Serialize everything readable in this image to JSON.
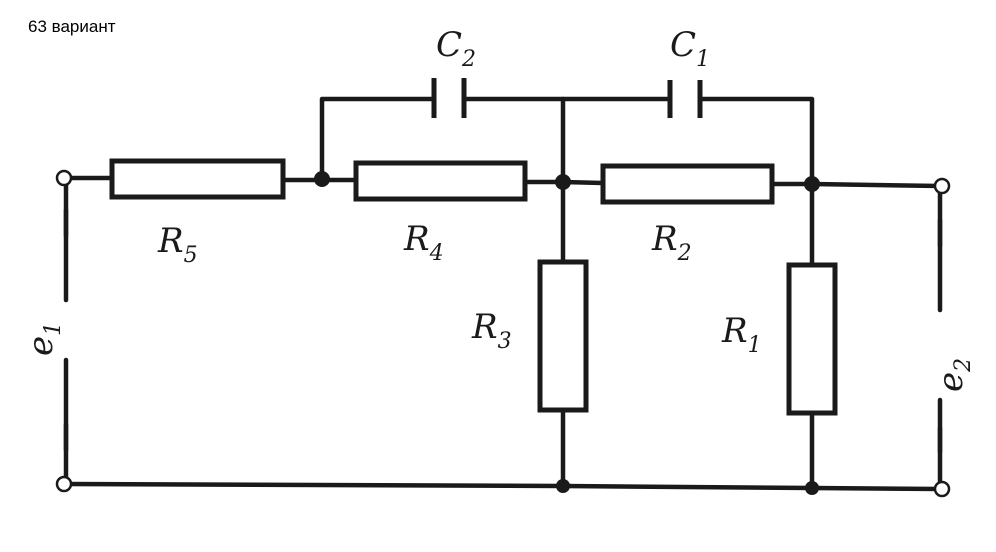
{
  "title": "63 вариант",
  "labels": {
    "r5": {
      "main": "R",
      "sub": "5"
    },
    "r4": {
      "main": "R",
      "sub": "4"
    },
    "r3": {
      "main": "R",
      "sub": "3"
    },
    "r2": {
      "main": "R",
      "sub": "2"
    },
    "r1": {
      "main": "R",
      "sub": "1"
    },
    "c2": {
      "main": "C",
      "sub": "2"
    },
    "c1": {
      "main": "C",
      "sub": "1"
    },
    "e1": {
      "main": "e",
      "sub": "1"
    },
    "e2": {
      "main": "e",
      "sub": "2"
    }
  },
  "colors": {
    "ink": "#1a1a1a",
    "background": "#ffffff"
  }
}
